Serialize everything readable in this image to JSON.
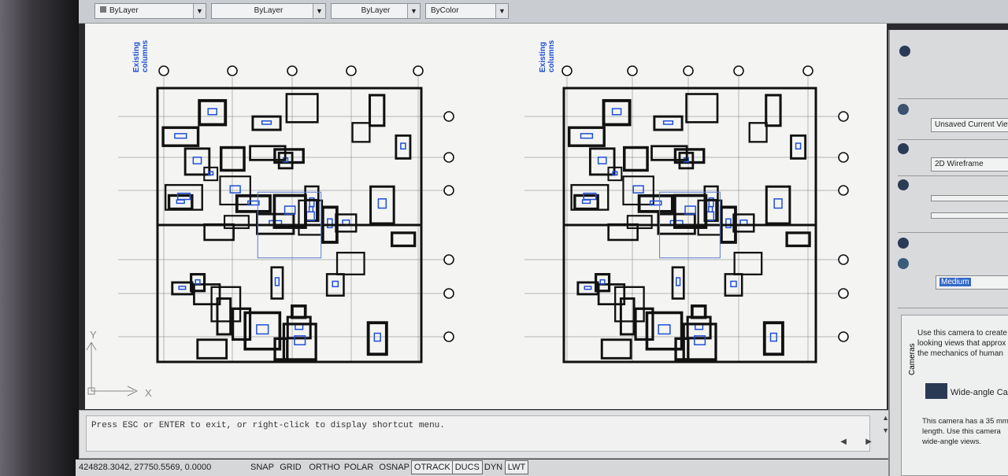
{
  "toolbar": {
    "layer_color": "ByLayer",
    "linetype": "ByLayer",
    "lineweight": "ByLayer",
    "plot_style": "ByColor"
  },
  "drawing": {
    "annotation_left": "Existing columns",
    "annotation_right": "Existing columns",
    "ucs_x": "X",
    "ucs_y": "Y",
    "colors": {
      "walls": "#111111",
      "furniture": "#1f4fd6",
      "red_lines": "#d42a2a",
      "grid": "#777777"
    }
  },
  "command": {
    "prompt": "Press ESC or ENTER to exit, or right-click to display shortcut menu."
  },
  "status": {
    "coordinates": "424828.3042, 27750.5569, 0.0000",
    "buttons": [
      {
        "label": "SNAP",
        "on": false
      },
      {
        "label": "GRID",
        "on": false
      },
      {
        "label": "ORTHO",
        "on": false
      },
      {
        "label": "POLAR",
        "on": false
      },
      {
        "label": "OSNAP",
        "on": false
      },
      {
        "label": "OTRACK",
        "on": true
      },
      {
        "label": "DUCS",
        "on": true
      },
      {
        "label": "DYN",
        "on": false
      },
      {
        "label": "LWT",
        "on": true
      }
    ]
  },
  "panel": {
    "named_view": "Unsaved Current View",
    "visual_style": "2D Wireframe",
    "render_preset": "Medium",
    "tool_palette_tab": "Cameras",
    "camera_desc": "Use this camera to create looking views that approx the mechanics of human",
    "camera_tool": "Wide-angle Cam",
    "camera_tool_desc": "This camera has a 35 mm length. Use this camera wide-angle views."
  }
}
